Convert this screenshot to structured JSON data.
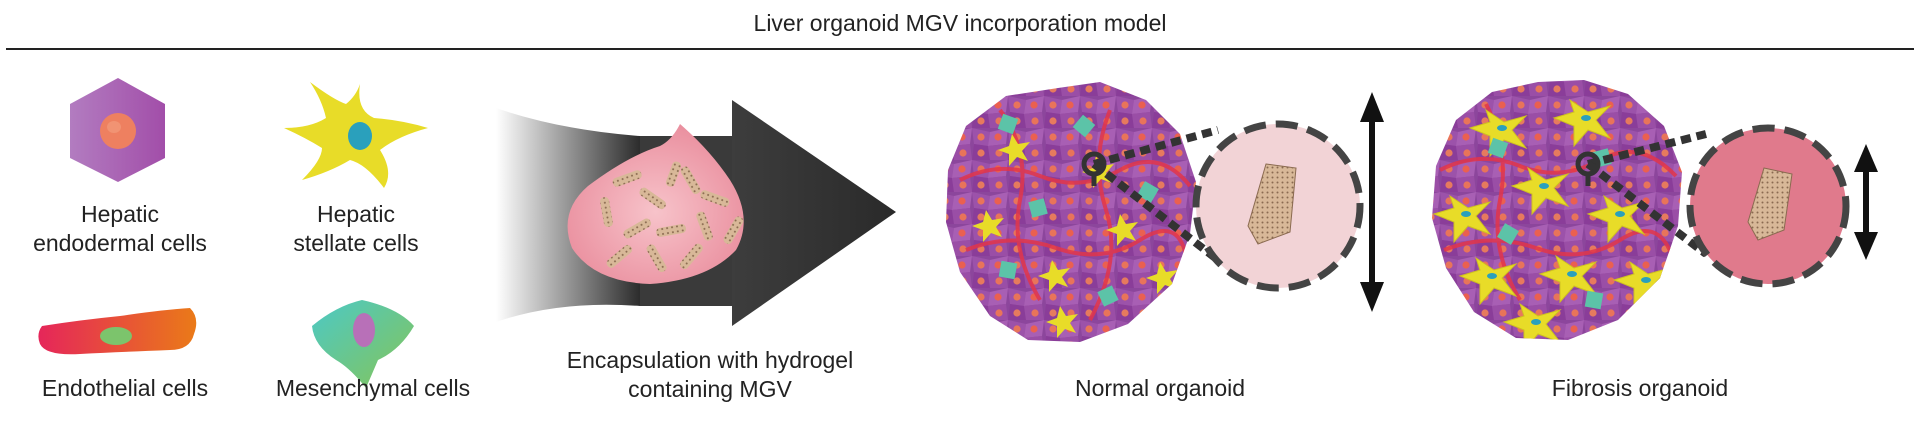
{
  "title": "Liver organoid MGV incorporation model",
  "cells": {
    "hepatic_endodermal": "Hepatic\nendodermal cells",
    "hepatic_stellate": "Hepatic\nstellate cells",
    "endothelial": "Endothelial cells",
    "mesenchymal": "Mesenchymal cells"
  },
  "encapsulation_label": "Encapsulation with hydrogel\ncontaining MGV",
  "normal_label": "Normal organoid",
  "fibrosis_label": "Fibrosis organoid",
  "colors": {
    "hepatocyte": "#9a4fa8",
    "nucleus": "#e8745a",
    "stellate": "#e6dc2a",
    "endothelial": "#e2364a",
    "mesenchymal": "#5cc3a8",
    "normal_zoom": "#f2d3d6",
    "fibrosis_zoom": "#e07a8c",
    "droplet": "#f0a6b2",
    "arrow_dark": "#333333"
  }
}
